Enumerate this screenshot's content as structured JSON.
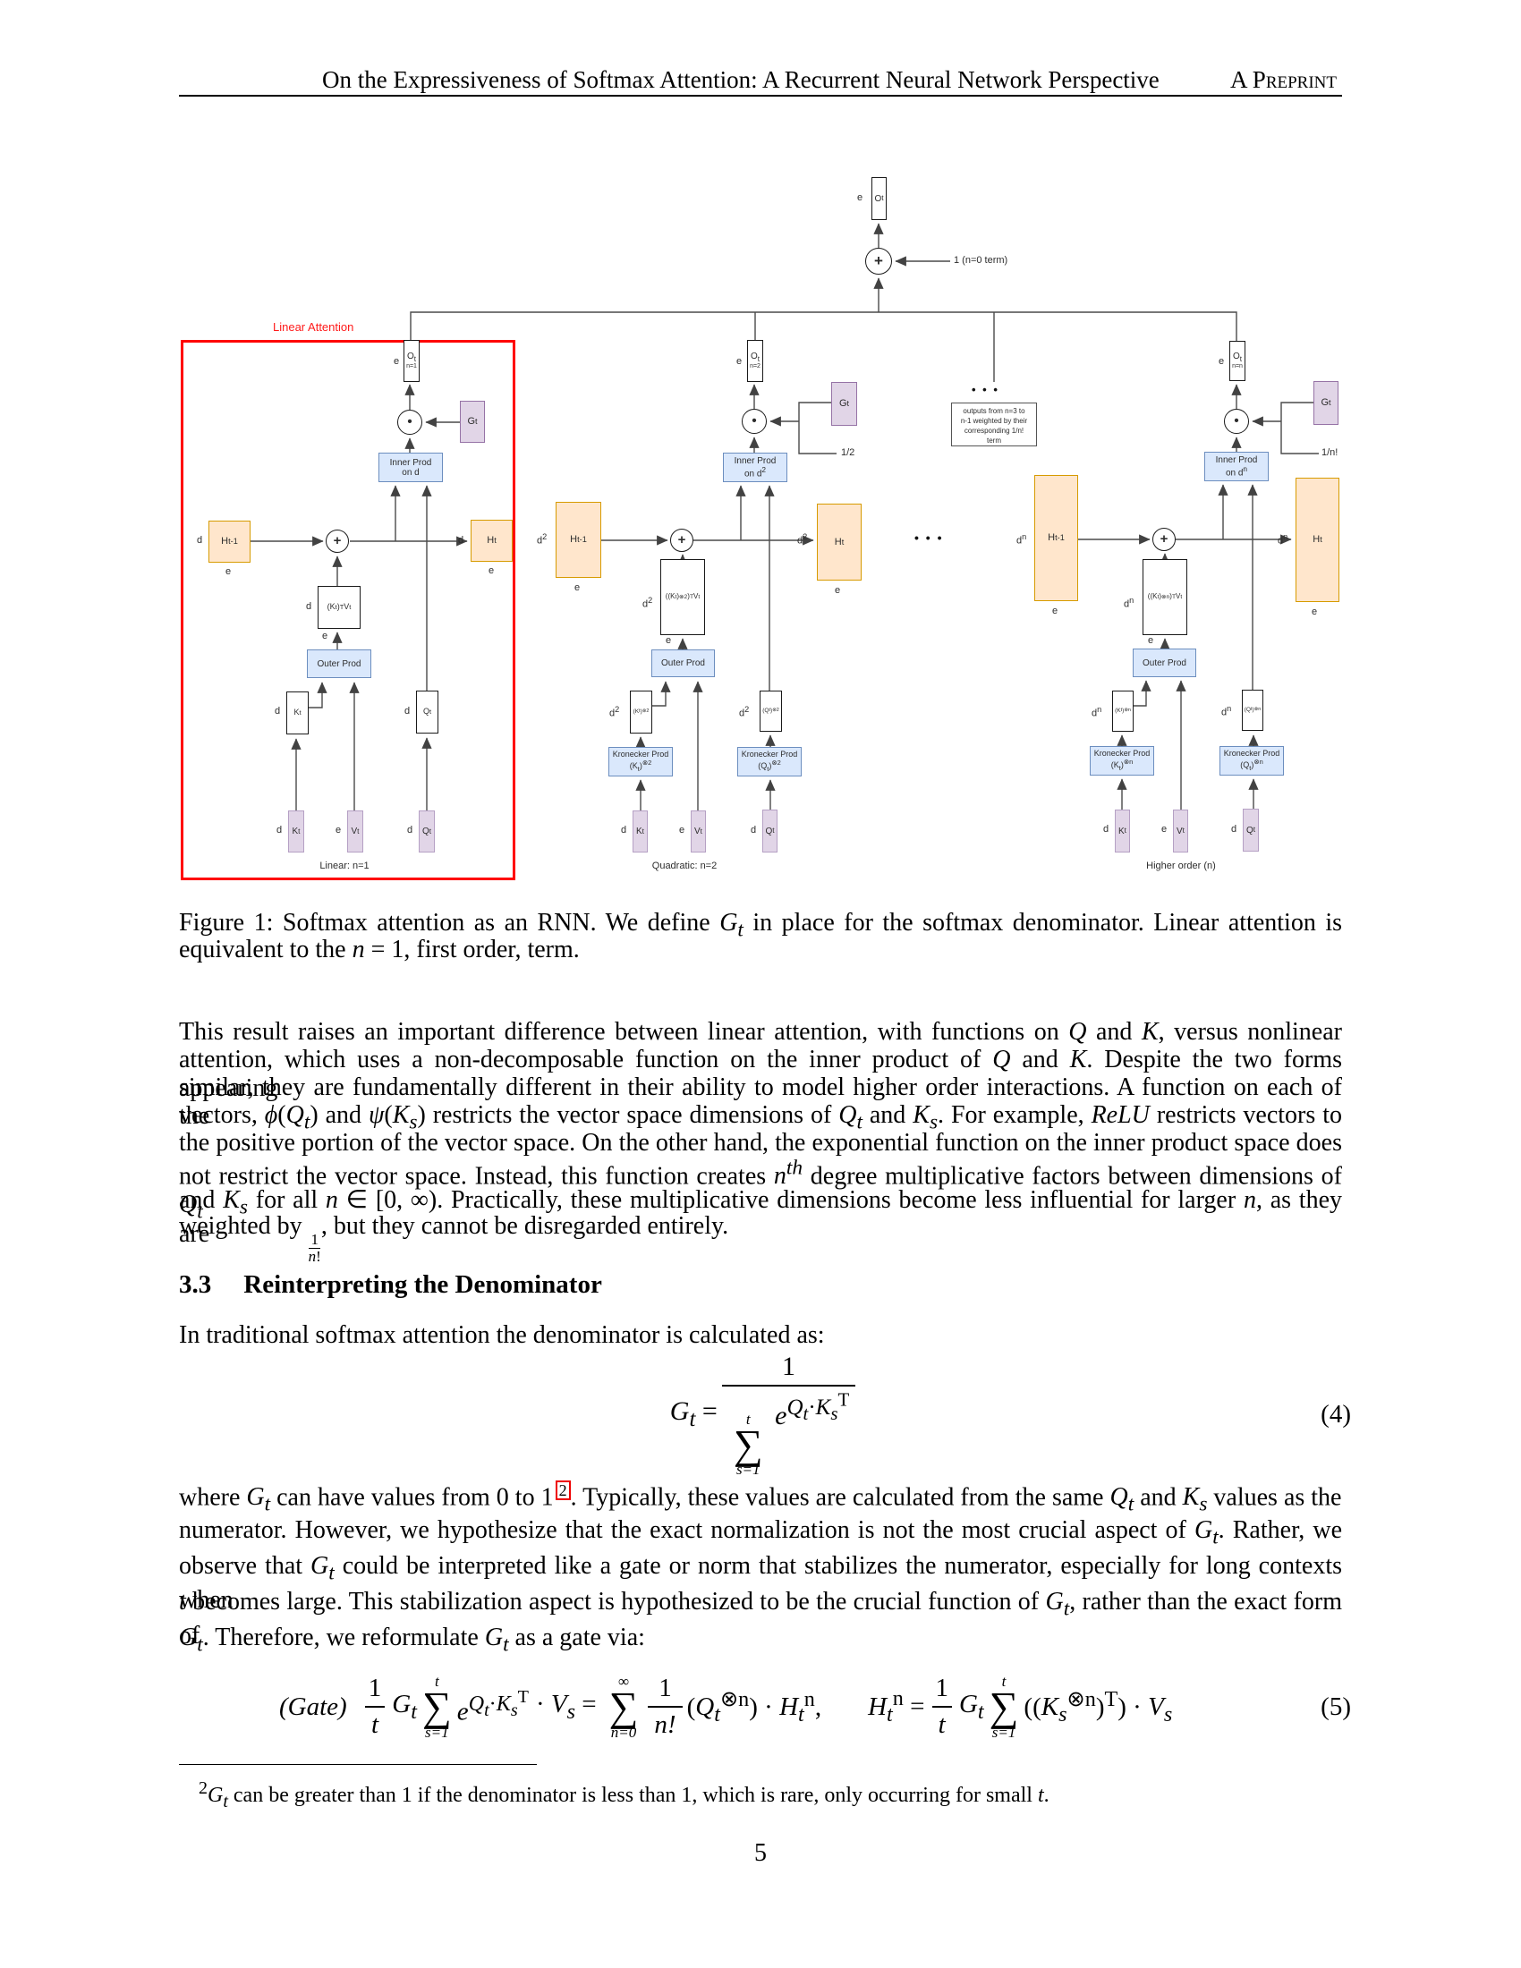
{
  "header": {
    "title": "On the Expressiveness of Softmax Attention: A Recurrent Neural Network Perspective",
    "right": "A Preprint",
    "page_number": "5"
  },
  "fig": {
    "linear_attention_label": "Linear Attention",
    "ops": {
      "plus": "+",
      "dot": "•"
    },
    "dims": {
      "d": "d",
      "e": "e",
      "d2": "d<sup>2</sup>",
      "dn": "d<sup>n</sup>"
    },
    "top": {
      "o": "O<sub>t</sub>",
      "n0_term": "1 (n=0 term)"
    },
    "dots": "• • •",
    "note": [
      "outputs from n=3 to",
      "n-1 weighted by their",
      "corresponding 1/n!",
      "term"
    ],
    "cols": [
      {
        "o": "O<sub>t</sub>",
        "o_sub": "n=1",
        "g": "G<sub>t</sub>",
        "weight": "",
        "inner1": "Inner Prod",
        "inner2": "on d",
        "h_prev": "H<sub>t-1</sub>",
        "h": "H<sub>t</sub>",
        "state": "(K<sub>t</sub>)<sup>T</sup>V<sub>t</sub>",
        "outer": "Outer Prod",
        "k_mid": "K<sub>t</sub>",
        "q_mid": "Q<sub>t</sub>",
        "kron1": "",
        "kron_k": "",
        "kron_q": "",
        "k_in": "K<sub>t</sub>",
        "v_in": "V<sub>t</sub>",
        "q_in": "Q<sub>t</sub>",
        "caption": "Linear: n=1"
      },
      {
        "o": "O<sub>t</sub>",
        "o_sub": "n=2",
        "g": "G<sub>t</sub>",
        "weight": "1/2",
        "inner1": "Inner Prod",
        "inner2": "on d<sup>2</sup>",
        "h_prev": "H<sub>t-1</sub>",
        "h": "H<sub>t</sub>",
        "state": "((K<sub>t</sub>)<sup>⊗2</sup>)<sup>T</sup>V<sub>t</sub>",
        "outer": "Outer Prod",
        "k_mid": "(K<sub>t</sub>)<sup>⊗2</sup>",
        "q_mid": "(Q<sub>t</sub>)<sup>⊗2</sup>",
        "kron1": "Kronecker Prod",
        "kron_k": "(K<sub>t</sub>)<sup>⊗2</sup>",
        "kron_q": "(Q<sub>t</sub>)<sup>⊗2</sup>",
        "k_in": "K<sub>t</sub>",
        "v_in": "V<sub>t</sub>",
        "q_in": "Q<sub>t</sub>",
        "caption": "Quadratic: n=2"
      },
      {
        "o": "O<sub>t</sub>",
        "o_sub": "n=n",
        "g": "G<sub>t</sub>",
        "weight": "1/n!",
        "inner1": "Inner Prod",
        "inner2": "on d<sup>n</sup>",
        "h_prev": "H<sub>t-1</sub>",
        "h": "H<sub>t</sub>",
        "state": "((K<sub>t</sub>)<sup>⊗n</sup>)<sup>T</sup>V<sub>t</sub>",
        "outer": "Outer Prod",
        "k_mid": "(K<sub>t</sub>)<sup>⊗n</sup>",
        "q_mid": "(Q<sub>t</sub>)<sup>⊗n</sup>",
        "kron1": "Kronecker Prod",
        "kron_k": "(K<sub>t</sub>)<sup>⊗n</sup>",
        "kron_q": "(Q<sub>t</sub>)<sup>⊗n</sup>",
        "k_in": "K<sub>t</sub>",
        "v_in": "V<sub>t</sub>",
        "q_in": "Q<sub>t</sub>",
        "caption": "Higher order (n)"
      }
    ]
  },
  "caption": {
    "line1": "Figure 1: Softmax attention as an RNN. We define <i>G<sub>t</sub></i> in place for the softmax denominator. Linear attention is",
    "line2": "equivalent to the <i>n</i> = 1, first order, term."
  },
  "body": {
    "p1": [
      "This result raises an important difference between linear attention, with functions on <i>Q</i> and <i>K</i>, versus nonlinear",
      "attention, which uses a non-decomposable function on the inner product of <i>Q</i> and <i>K</i>. Despite the two forms appearing",
      "similar, they are fundamentally different in their ability to model higher order interactions. A function on each of the",
      "vectors, <i>ϕ</i>(<i>Q<sub>t</sub></i>) and <i>ψ</i>(<i>K<sub>s</sub></i>) restricts the vector space dimensions of <i>Q<sub>t</sub></i> and <i>K<sub>s</sub></i>. For example, <i>ReLU</i> restricts vectors to",
      "the positive portion of the vector space. On the other hand, the exponential function on the inner product space does",
      "not restrict the vector space. Instead, this function creates <i>n<sup>th</sup></i> degree multiplicative factors between dimensions of <i>Q<sub>t</sub></i>",
      "and <i>K<sub>s</sub></i> for all <i>n</i> ∈ [0, ∞). Practically, these multiplicative dimensions become less influential for larger <i>n</i>, as they are",
      "weighted by <span class=ifrac><span class=fn>1</span><span class=fd><i>n</i>!</span></span>, but they cannot be disregarded entirely."
    ],
    "section": {
      "number": "3.3",
      "title": "Reinterpreting the Denominator"
    },
    "intro": "In traditional softmax attention the denominator is calculated as:",
    "where": {
      "l1a": "where <i>G<sub>t</sub></i> can have values from 0 to 1",
      "marker": "2",
      "l1b": ". Typically, these values are calculated from the same <i>Q<sub>t</sub></i> and <i>K<sub>s</sub></i> values as the",
      "l2": "numerator.  However, we hypothesize that the exact normalization is not the most crucial aspect of <i>G<sub>t</sub></i>.  Rather, we",
      "l3": "observe that <i>G<sub>t</sub></i> could be interpreted like a gate or norm that stabilizes the numerator, especially for long contexts when",
      "l4": "<i>t</i> becomes large. This stabilization aspect is hypothesized to be the crucial function of <i>G<sub>t</sub></i>, rather than the exact form of",
      "l5": "<i>G<sub>t</sub></i>. Therefore, we reformulate <i>G<sub>t</sub></i> as a gate via:"
    },
    "footnote": "<sup>2</sup><i>G<sub>t</sub></i> can be greater than 1 if the denominator is less than 1, which is rare, only occurring for small <i>t</i>."
  },
  "eq4": {
    "lhs": "<i>G<sub>t</sub></i> =",
    "num": "1",
    "sigma": "∑",
    "sig_sup": "t",
    "sig_sub": "s=1",
    "eterm": "<i>e</i><sup><i>Q<sub>t</sub></i>·<i>K<sub>s</sub></i><sup>T</sup></sup>",
    "tag": "(4)"
  },
  "eq5": {
    "gate": "(Gate)",
    "f1_num": "1",
    "f1_den": "t",
    "g": "<i>G<sub>t</sub></i>",
    "sigma": "∑",
    "sig1_sup": "t",
    "sig1_sub": "s=1",
    "eterm": "<i>e</i><sup><i>Q<sub>t</sub></i>·<i>K<sub>s</sub></i><sup>T</sup></sup>",
    "mid1": "· <i>V<sub>s</sub></i> =",
    "sig2_sup": "∞",
    "sig2_sub": "n=0",
    "f2_num": "1",
    "f2_den": "n!",
    "term2": "(<i>Q<sub>t</sub></i><sup>⊗n</sup>) · <i>H<sub>t</sub></i><sup>n</sup>,",
    "heq": "<i>H<sub>t</sub></i><sup>n</sup> =",
    "f3_num": "1",
    "f3_den": "t",
    "sig3_sup": "t",
    "sig3_sub": "s=1",
    "term3": "((<i>K<sub>s</sub></i><sup>⊗n</sup>)<sup>T</sup>) · <i>V<sub>s</sub></i>",
    "tag": "(5)"
  }
}
